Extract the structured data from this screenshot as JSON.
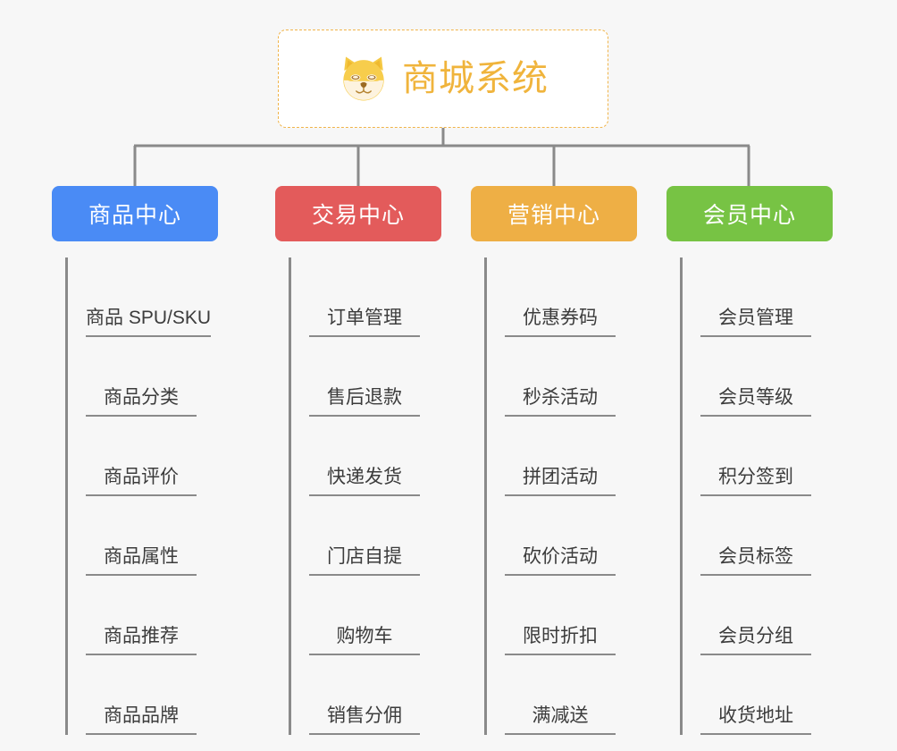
{
  "page": {
    "background_color": "#f7f7f7",
    "line_color": "#8a8a8a"
  },
  "root": {
    "title": "商城系统",
    "emoji_name": "shiba-inu-dog-face",
    "text_color": "#f0b43c",
    "border_color": "#f0b44a",
    "background_color": "#ffffff"
  },
  "categories": [
    {
      "label": "商品中心",
      "color": "#4a8bf5",
      "items": [
        "商品 SPU/SKU",
        "商品分类",
        "商品评价",
        "商品属性",
        "商品推荐",
        "商品品牌"
      ]
    },
    {
      "label": "交易中心",
      "color": "#e35b5b",
      "items": [
        "订单管理",
        "售后退款",
        "快递发货",
        "门店自提",
        "购物车",
        "销售分佣"
      ]
    },
    {
      "label": "营销中心",
      "color": "#eeaf45",
      "items": [
        "优惠券码",
        "秒杀活动",
        "拼团活动",
        "砍价活动",
        "限时折扣",
        "满减送"
      ]
    },
    {
      "label": "会员中心",
      "color": "#77c344",
      "items": [
        "会员管理",
        "会员等级",
        "积分签到",
        "会员标签",
        "会员分组",
        "收货地址"
      ]
    }
  ]
}
